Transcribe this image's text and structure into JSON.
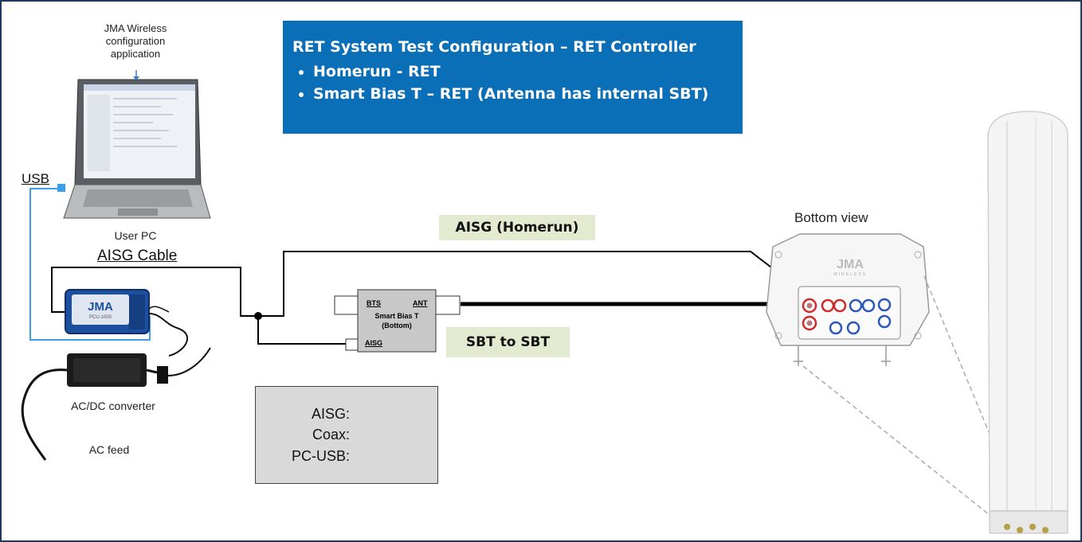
{
  "title_box": {
    "title": "RET System Test Configuration – RET Controller",
    "bullets": [
      "Homerun - RET",
      "Smart Bias T – RET (Antenna has internal SBT)"
    ]
  },
  "laptop": {
    "app_label": "JMA Wireless configuration application",
    "pc_label": "User PC",
    "usb_label": "USB"
  },
  "controller": {
    "brand": "JMA",
    "model": "PCU-1000"
  },
  "aisg_cable_label": "AISG Cable",
  "converter": {
    "label": "AC/DC converter",
    "feed_label": "AC feed"
  },
  "sbt": {
    "bts": "BTS",
    "ant": "ANT",
    "name": "Smart Bias T",
    "sub": "(Bottom)",
    "aisg": "AISG"
  },
  "aisg_homerun_label": "AISG (Homerun)",
  "sbt_to_sbt_label": "SBT to SBT",
  "antenna": {
    "bottom_view_label": "Bottom view",
    "brand": "JMA",
    "brand_sub": "WIRELESS"
  },
  "legend": {
    "items": [
      {
        "label": "AISG:",
        "color": "#000000"
      },
      {
        "label": "Coax:",
        "color": "#000000"
      },
      {
        "label": "PC-USB:",
        "color": "#3a9ee8"
      }
    ]
  },
  "colors": {
    "title_bg": "#0b6fb8",
    "label_bg": "#e2ebd0",
    "usb": "#3a9ee8",
    "frame": "#1f3a5c"
  }
}
